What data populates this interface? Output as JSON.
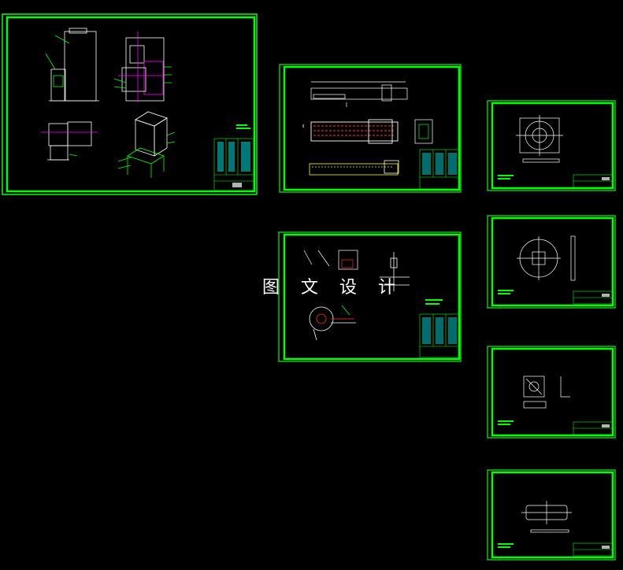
{
  "viewport": {
    "background": "#000000"
  },
  "colors": {
    "frame": "#00ff00",
    "line": "#ffffff",
    "accent": "#ff3030",
    "cyan": "#00ffff",
    "magenta": "#ff00ff",
    "yellow": "#ffff00"
  },
  "watermark": {
    "text": "图 文 设 计"
  },
  "sheets": [
    {
      "id": "assembly",
      "title_block": "title-block"
    },
    {
      "id": "conveyor",
      "title_block": "title-block"
    },
    {
      "id": "clamp-arm",
      "title_block": "title-block"
    },
    {
      "id": "flange-plate",
      "title_block": "title-block"
    },
    {
      "id": "round-plate",
      "title_block": "title-block"
    },
    {
      "id": "bracket",
      "title_block": "title-block"
    },
    {
      "id": "slot-plate",
      "title_block": "title-block"
    }
  ]
}
